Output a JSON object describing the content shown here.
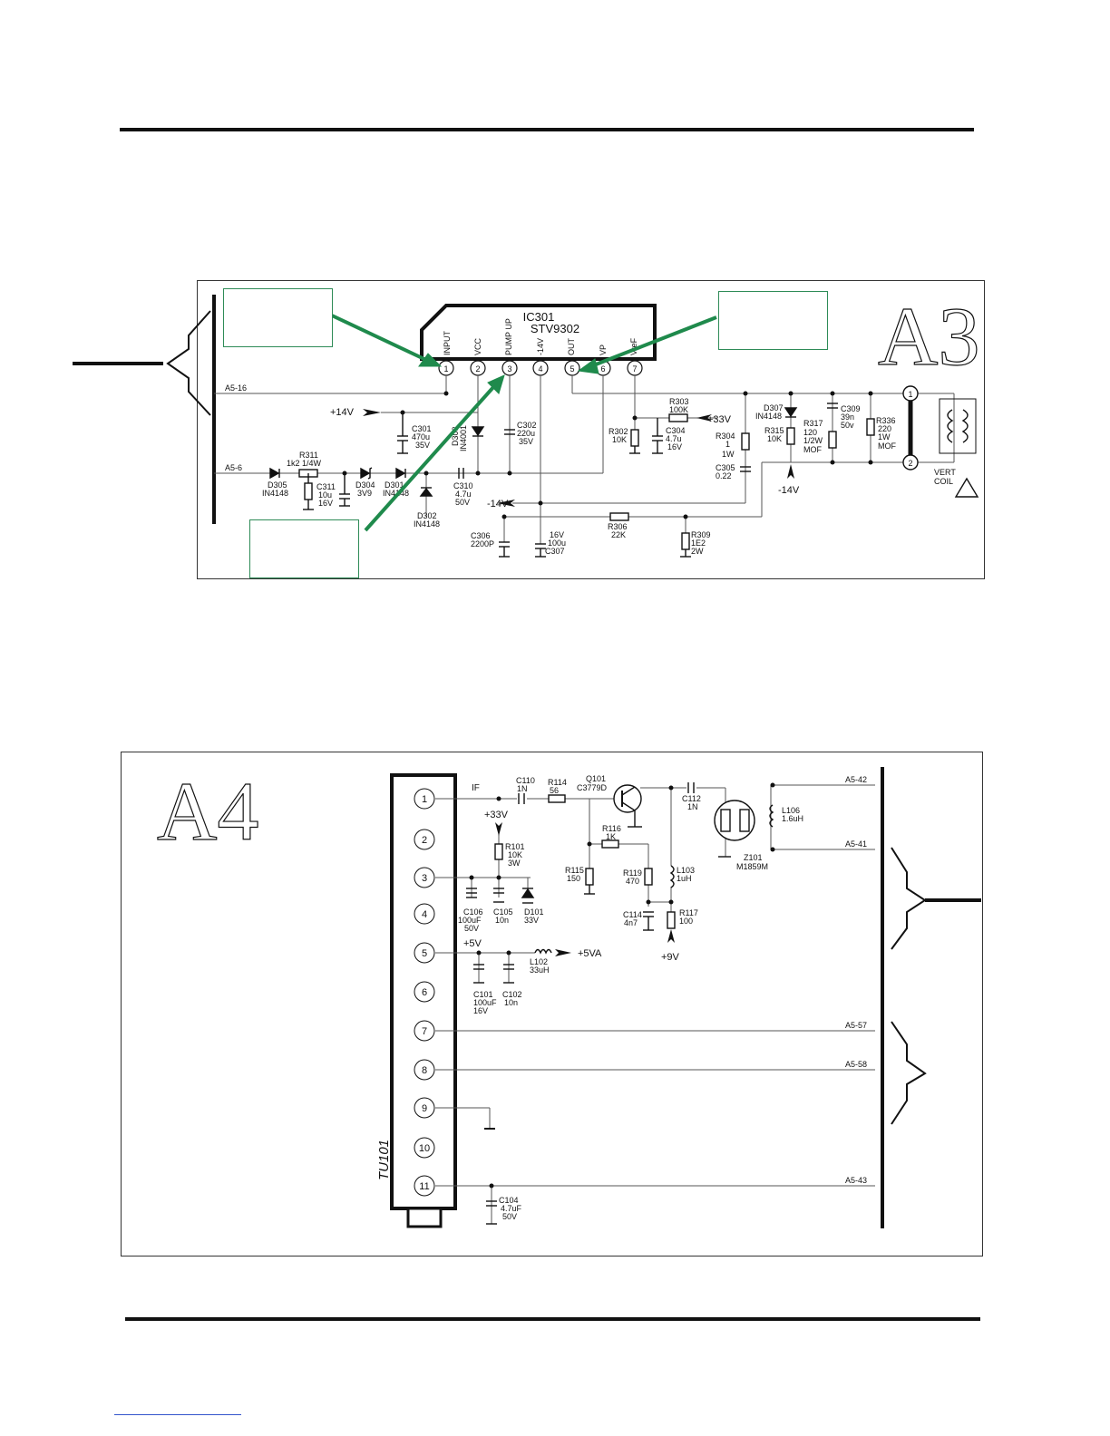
{
  "a3": {
    "block_label": "A3",
    "ic_ref": "IC301",
    "ic_part": "STV9302",
    "pins": [
      {
        "num": "1",
        "name": "INPUT"
      },
      {
        "num": "2",
        "name": "VCC"
      },
      {
        "num": "3",
        "name": "PUMP UP"
      },
      {
        "num": "4",
        "name": "-14V"
      },
      {
        "num": "5",
        "name": "OUT"
      },
      {
        "num": "6",
        "name": "VP"
      },
      {
        "num": "7",
        "name": "VreF"
      }
    ],
    "nets": {
      "a5_16": "A5-16",
      "a5_6": "A5-6",
      "plus14": "+14V",
      "plus33": "+33V",
      "minus14": "-14V",
      "minus14b": "-14V"
    },
    "components": {
      "c301": "C301",
      "c301_v": "470u",
      "c301_r": "35V",
      "d303": "D303",
      "d303_v": "IN4001",
      "c302": "C302",
      "c302_v": "220u",
      "c302_r": "35V",
      "r311": "R311",
      "r311_v": "1k2  1/4W",
      "d305": "D305",
      "d305_v": "IN4148",
      "c311": "C311",
      "c311_v": "10u",
      "c311_r": "16V",
      "d304": "D304",
      "d304_v": "3V9",
      "d301": "D301",
      "d301_v": "IN4148",
      "d302": "D302",
      "d302_v": "IN4148",
      "c310": "C310",
      "c310_v": "4.7u",
      "c310_r": "50V",
      "c306": "C306",
      "c306_v": "2200P",
      "c307": "C307",
      "c307_v": "100u",
      "c307_r": "16V",
      "r306": "R306",
      "r306_v": "22K",
      "r309": "R309",
      "r309_v": "1E2",
      "r309_r": "2W",
      "r302": "R302",
      "r302_v": "10K",
      "r303": "R303",
      "r303_v": "100K",
      "c304": "C304",
      "c304_v": "4.7u",
      "c304_r": "16V",
      "r304": "R304",
      "r304_v": "1",
      "r304_r": "1W",
      "c305": "C305",
      "c305_v": "0.22",
      "d307": "D307",
      "d307_v": "IN4148",
      "r315": "R315",
      "r315_v": "10K",
      "r317": "R317",
      "r317_v": "120",
      "r317_r": "1/2W",
      "r317_t": "MOF",
      "c309": "C309",
      "c309_v": "39n",
      "c309_r": "50v",
      "r336": "R336",
      "r336_v": "220",
      "r336_r": "1W",
      "r336_t": "MOF",
      "coil_label_1": "VERT",
      "coil_label_2": "COIL",
      "coil_pin_1": "1",
      "coil_pin_2": "2"
    }
  },
  "a4": {
    "block_label": "A4",
    "tuner_ref": "TU101",
    "tuner_pins": [
      "1",
      "2",
      "3",
      "4",
      "5",
      "6",
      "7",
      "8",
      "9",
      "10",
      "11"
    ],
    "nets": {
      "if": "IF",
      "plus33": "+33V",
      "plus5": "+5V",
      "plus5va": "+5VA",
      "plus9": "+9V",
      "a5_42": "A5-42",
      "a5_41": "A5-41",
      "a5_57": "A5-57",
      "a5_58": "A5-58",
      "a5_43": "A5-43"
    },
    "components": {
      "c110": "C110",
      "c110_v": "1N",
      "r114": "R114",
      "r114_v": "56",
      "q101": "Q101",
      "q101_v": "C3779D",
      "c112": "C112",
      "c112_v": "1N",
      "r116": "R116",
      "r116_v": "1K",
      "r115": "R115",
      "r115_v": "150",
      "r119": "R119",
      "r119_v": "470",
      "l103": "L103",
      "l103_v": "1uH",
      "c114": "C114",
      "c114_v": "4n7",
      "r117": "R117",
      "r117_v": "100",
      "l106": "L106",
      "l106_v": "1.6uH",
      "z101": "Z101",
      "z101_v": "M1859M",
      "r101": "R101",
      "r101_v": "10K",
      "r101_r": "3W",
      "c106": "C106",
      "c106_v": "100uF",
      "c106_r": "50V",
      "c105": "C105",
      "c105_v": "10n",
      "d101": "D101",
      "d101_v": "33V",
      "c101": "C101",
      "c101_v": "100uF",
      "c101_r": "16V",
      "c102": "C102",
      "c102_v": "10n",
      "l102": "L102",
      "l102_v": "33uH",
      "c104": "C104",
      "c104_v": "4.7uF",
      "c104_r": "50V"
    }
  }
}
